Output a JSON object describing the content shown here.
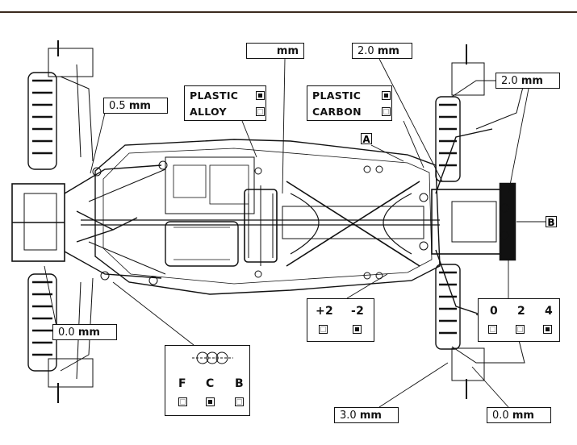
{
  "callouts": {
    "front_top_left": {
      "value": "0.5",
      "unit": "mm"
    },
    "front_bottom_left": {
      "value": "0.0",
      "unit": "mm"
    },
    "center_top": {
      "value": "",
      "unit": "mm"
    },
    "rear_top_a": {
      "value": "2.0",
      "unit": "mm"
    },
    "rear_top_b": {
      "value": "2.0",
      "unit": "mm"
    },
    "rear_bottom_a": {
      "value": "3.0",
      "unit": "mm"
    },
    "rear_bottom_b": {
      "value": "0.0",
      "unit": "mm"
    }
  },
  "material_front": {
    "options": [
      {
        "label": "PLASTIC",
        "checked": true
      },
      {
        "label": "ALLOY",
        "checked": false
      }
    ]
  },
  "material_center": {
    "options": [
      {
        "label": "PLASTIC",
        "checked": true
      },
      {
        "label": "CARBON",
        "checked": false
      }
    ]
  },
  "markers": {
    "a": "A",
    "b": "B"
  },
  "toe": {
    "options": [
      {
        "label": "+2",
        "checked": false
      },
      {
        "label": "-2",
        "checked": true
      }
    ]
  },
  "spacer": {
    "options": [
      {
        "label": "0",
        "checked": false
      },
      {
        "label": "2",
        "checked": false
      },
      {
        "label": "4",
        "checked": true
      }
    ]
  },
  "hole": {
    "options": [
      {
        "label": "F",
        "checked": false
      },
      {
        "label": "C",
        "checked": true
      },
      {
        "label": "B",
        "checked": false
      }
    ]
  }
}
